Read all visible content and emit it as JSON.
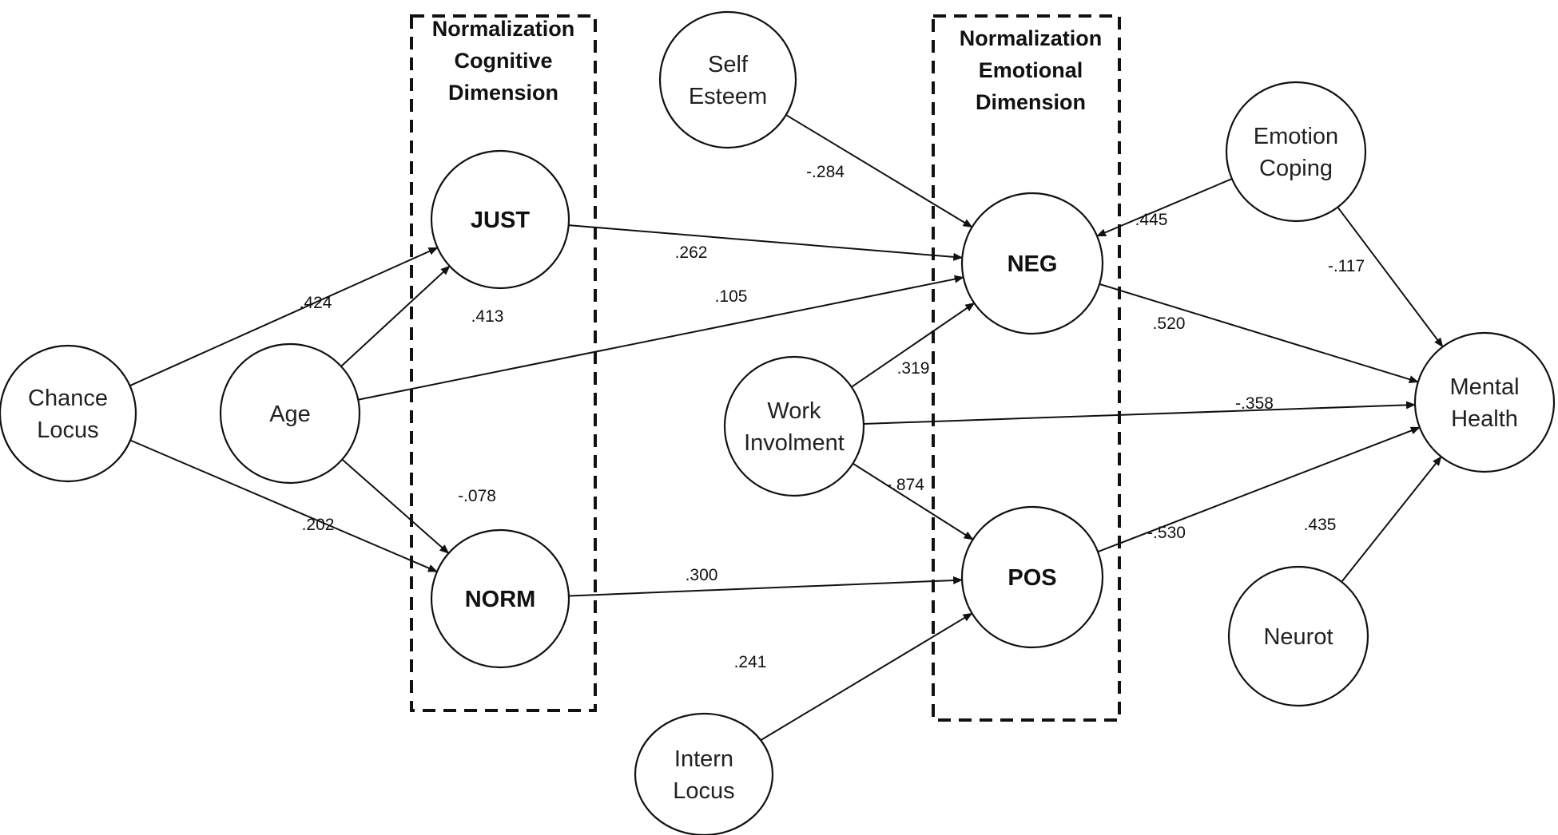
{
  "groups": {
    "cognitive": {
      "lines": [
        "Normalization",
        "Cognitive",
        "Dimension"
      ]
    },
    "emotional": {
      "lines": [
        "Normalization",
        "Emotional",
        "Dimension"
      ]
    }
  },
  "nodes": {
    "chance_locus": {
      "lines": [
        "Chance",
        "Locus"
      ]
    },
    "age": {
      "lines": [
        "Age"
      ]
    },
    "just": {
      "lines": [
        "JUST"
      ]
    },
    "norm": {
      "lines": [
        "NORM"
      ]
    },
    "self_esteem": {
      "lines": [
        "Self",
        "Esteem"
      ]
    },
    "work_involvement": {
      "lines": [
        "Work",
        "Involment"
      ]
    },
    "intern_locus": {
      "lines": [
        "Intern",
        "Locus"
      ]
    },
    "neg": {
      "lines": [
        "NEG"
      ]
    },
    "pos": {
      "lines": [
        "POS"
      ]
    },
    "emotion_coping": {
      "lines": [
        "Emotion",
        "Coping"
      ]
    },
    "mental_health": {
      "lines": [
        "Mental",
        "Health"
      ]
    },
    "neurot": {
      "lines": [
        "Neurot"
      ]
    }
  },
  "paths": [
    {
      "from": "chance_locus",
      "to": "just",
      "coef": ".424"
    },
    {
      "from": "chance_locus",
      "to": "norm",
      "coef": ".202"
    },
    {
      "from": "age",
      "to": "just",
      "coef": ".413"
    },
    {
      "from": "age",
      "to": "neg",
      "coef": ".105"
    },
    {
      "from": "age",
      "to": "norm",
      "coef": "-.078"
    },
    {
      "from": "just",
      "to": "neg",
      "coef": ".262"
    },
    {
      "from": "self_esteem",
      "to": "neg",
      "coef": "-.284"
    },
    {
      "from": "norm",
      "to": "pos",
      "coef": ".300"
    },
    {
      "from": "work_involvement",
      "to": "neg",
      "coef": ".319"
    },
    {
      "from": "work_involvement",
      "to": "mental_health",
      "coef": "-.358"
    },
    {
      "from": "work_involvement",
      "to": "pos",
      "coef": "-.874"
    },
    {
      "from": "intern_locus",
      "to": "pos",
      "coef": ".241"
    },
    {
      "from": "emotion_coping",
      "to": "neg",
      "coef": ".445"
    },
    {
      "from": "emotion_coping",
      "to": "mental_health",
      "coef": "-.117"
    },
    {
      "from": "neg",
      "to": "mental_health",
      "coef": ".520"
    },
    {
      "from": "pos",
      "to": "mental_health",
      "coef": "-.530"
    },
    {
      "from": "neurot",
      "to": "mental_health",
      "coef": ".435"
    }
  ]
}
